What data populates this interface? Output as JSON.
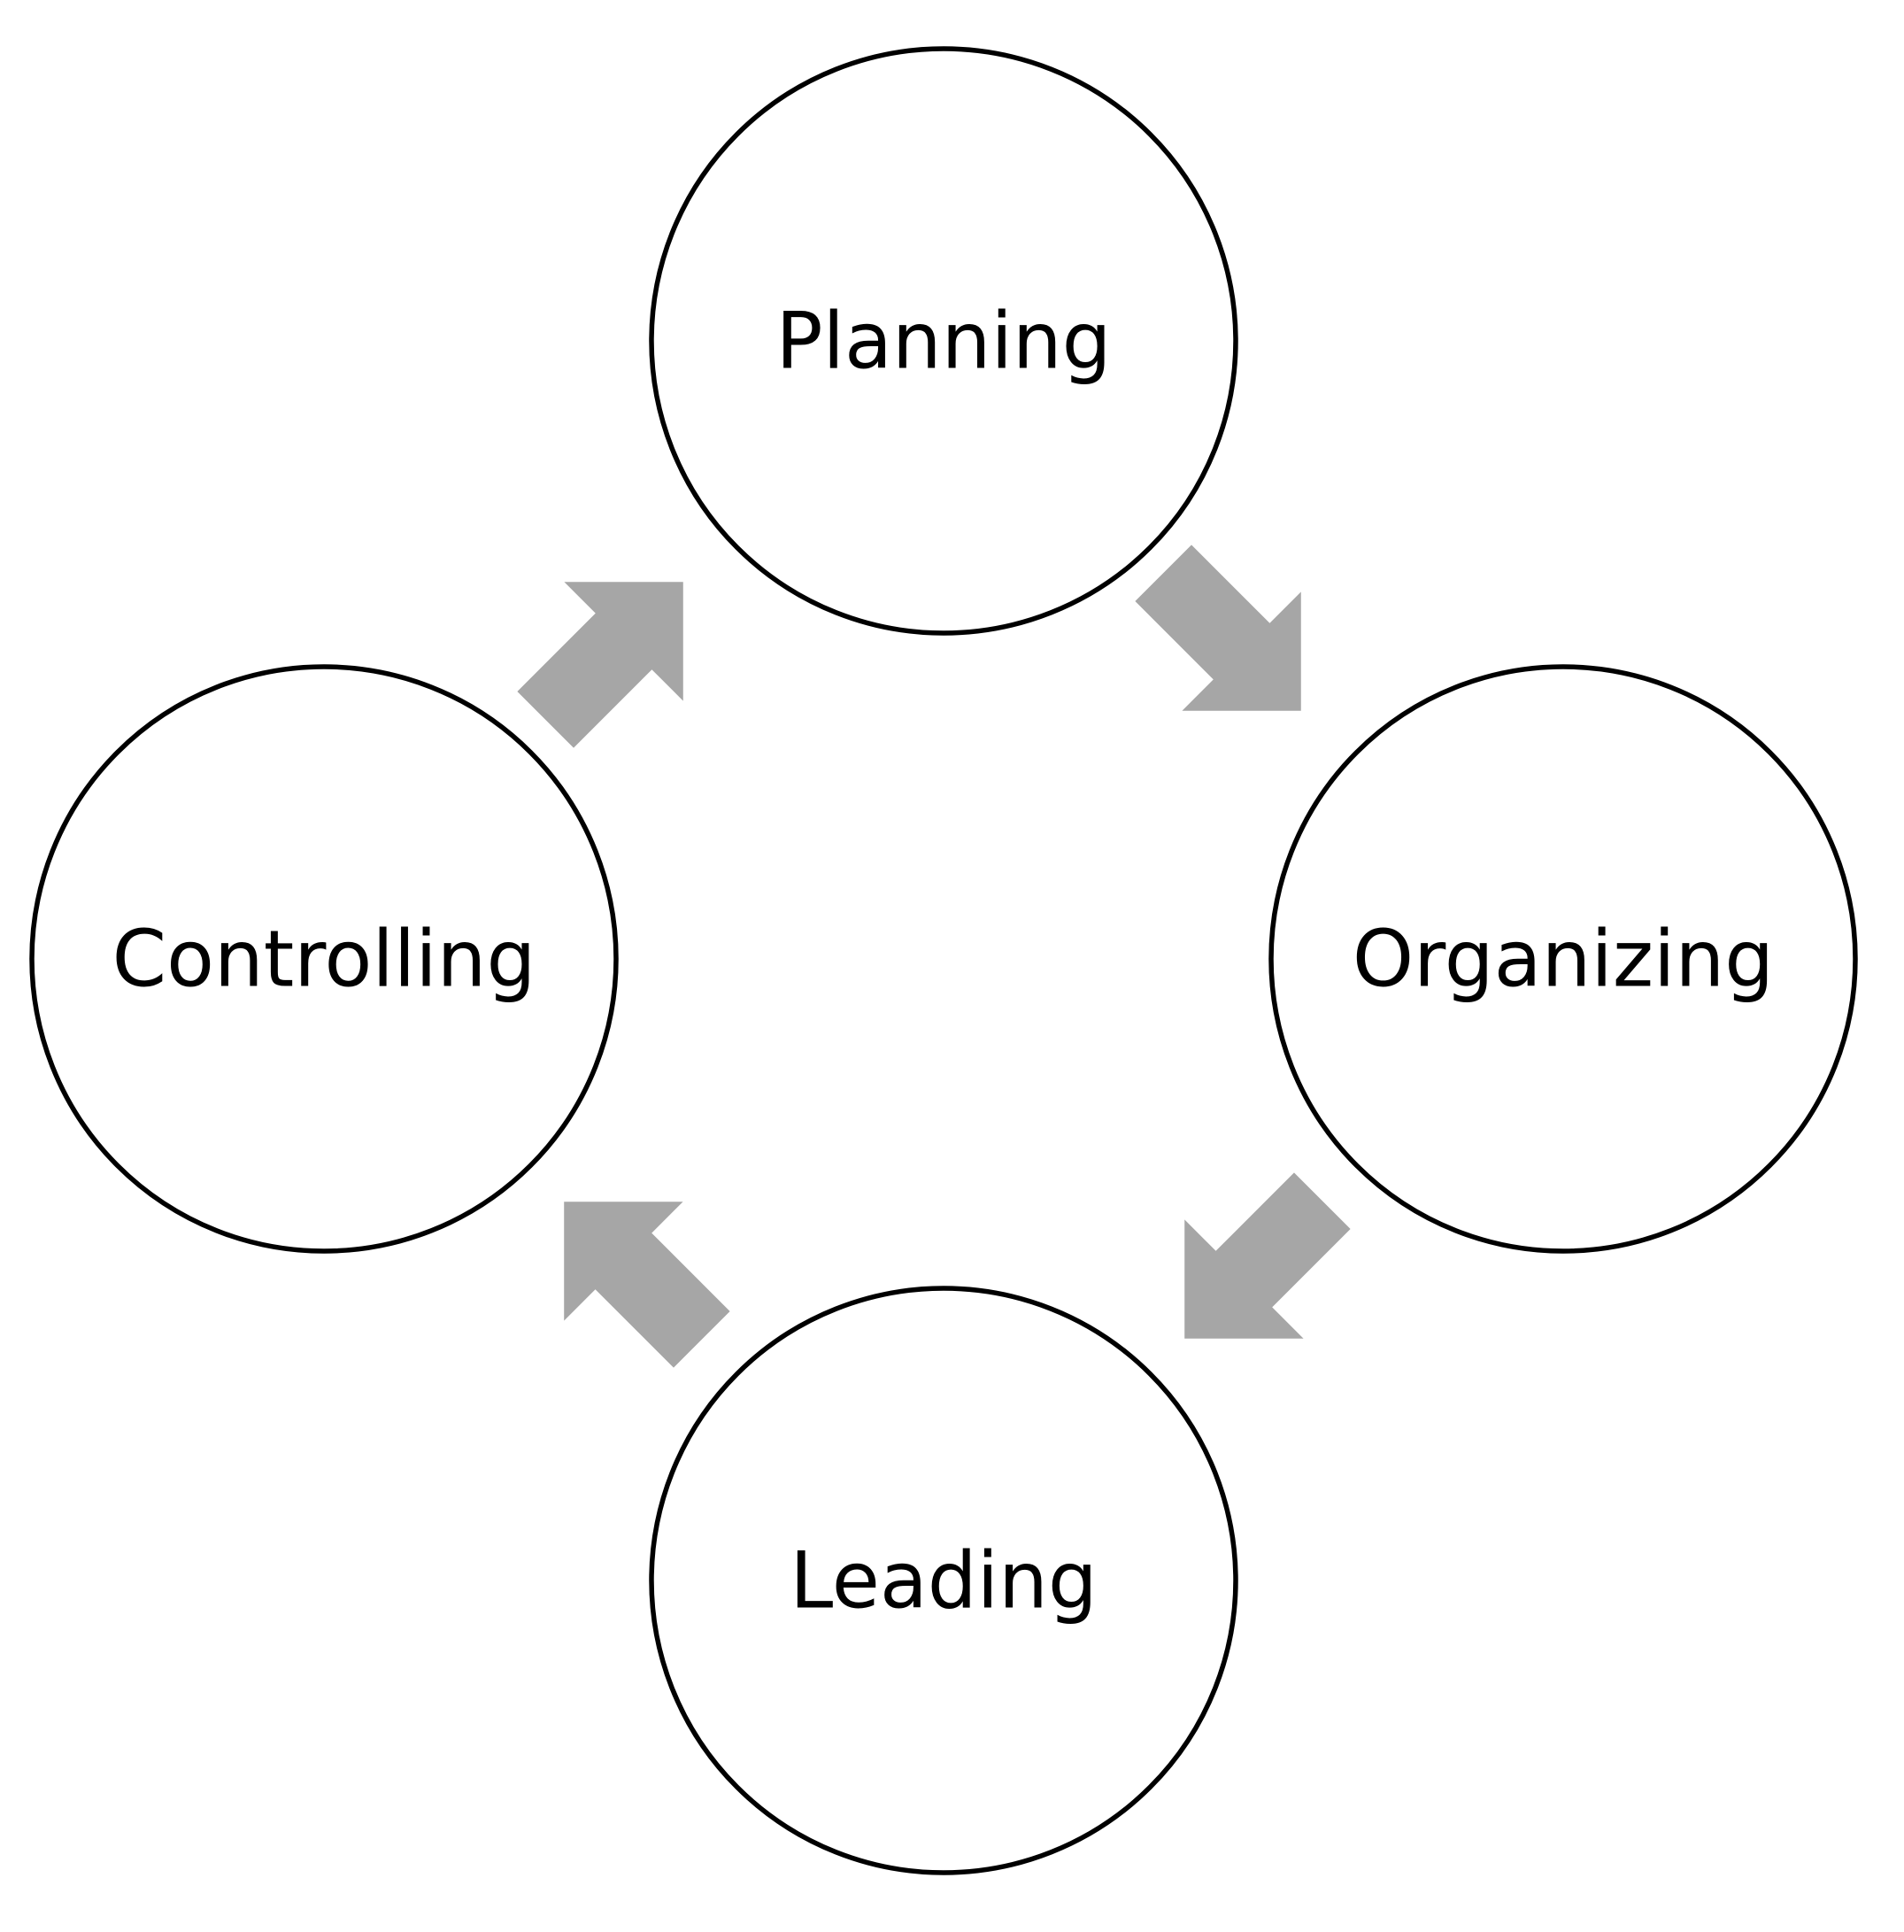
{
  "diagram": {
    "type": "cycle",
    "nodes": [
      {
        "id": "planning",
        "label": "Planning"
      },
      {
        "id": "organizing",
        "label": "Organizing"
      },
      {
        "id": "leading",
        "label": "Leading"
      },
      {
        "id": "controlling",
        "label": "Controlling"
      }
    ],
    "edges": [
      {
        "from": "planning",
        "to": "organizing"
      },
      {
        "from": "organizing",
        "to": "leading"
      },
      {
        "from": "leading",
        "to": "controlling"
      },
      {
        "from": "controlling",
        "to": "planning"
      }
    ],
    "colors": {
      "node_stroke": "#000000",
      "node_fill": "#ffffff",
      "arrow": "#a6a6a6",
      "text": "#000000",
      "background": "#ffffff"
    }
  }
}
